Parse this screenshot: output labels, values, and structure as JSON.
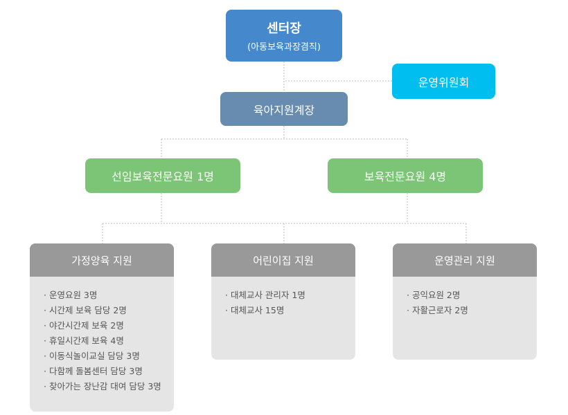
{
  "head": {
    "title": "센터장",
    "subtitle": "(아동보육과장겸직)"
  },
  "committee": "운영위원회",
  "manager": "육아지원계장",
  "staff": [
    "선임보육전문요원 1명",
    "보육전문요원 4명"
  ],
  "departments": [
    {
      "title": "가정양육 지원",
      "items": [
        "운영요원 3명",
        "시간제 보육 담당 2명",
        "야간시간제 보육 2명",
        "휴일시간제 보육 4명",
        "이동식놀이교실 담당 3명",
        "다함께 돌봄센터 담당 3명",
        "찾아가는 장난감 대여 담당 3명"
      ]
    },
    {
      "title": "어린이집 지원",
      "items": [
        "대체교사 관리자 1명",
        "대체교사 15명"
      ]
    },
    {
      "title": "운영관리 지원",
      "items": [
        "공익요원 2명",
        "자활근로자 2명"
      ]
    }
  ]
}
